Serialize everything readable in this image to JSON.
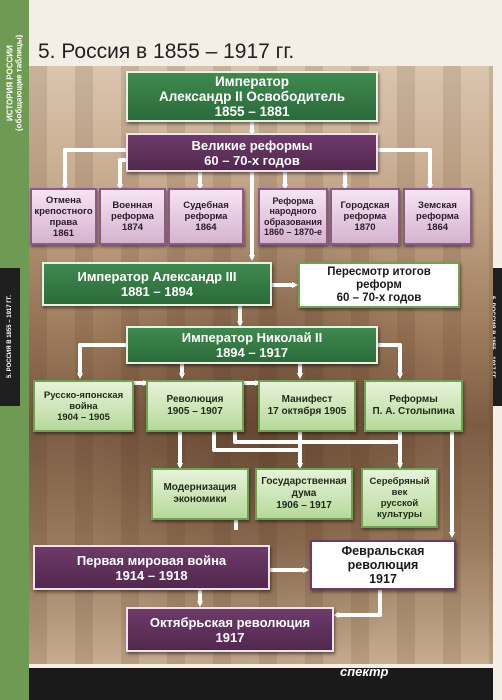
{
  "sidebar": {
    "label_line1": "ИСТОРИЯ РОССИИ",
    "label_line2": "(обобщающие таблицы)"
  },
  "side_tab": {
    "label": "5. РОССИЯ В 1855 – 1917 ГГ."
  },
  "title": "5. Россия в 1855 – 1917 гг.",
  "nodes": {
    "alexander2": {
      "line1": "Император",
      "line2": "Александр II Освободитель",
      "line3": "1855 – 1881"
    },
    "great_reforms": {
      "line1": "Великие реформы",
      "line2": "60 – 70-х годов"
    },
    "reforms": [
      {
        "line1": "Отмена",
        "line2": "крепостного",
        "line3": "права",
        "line4": "1861"
      },
      {
        "line1": "Военная",
        "line2": "реформа",
        "line3": "1874"
      },
      {
        "line1": "Судебная",
        "line2": "реформа",
        "line3": "1864"
      },
      {
        "line1": "Реформа",
        "line2": "народного",
        "line3": "образования",
        "line4": "1860 – 1870-е"
      },
      {
        "line1": "Городская",
        "line2": "реформа",
        "line3": "1870"
      },
      {
        "line1": "Земская",
        "line2": "реформа",
        "line3": "1864"
      }
    ],
    "alexander3": {
      "line1": "Император Александр III",
      "line2": "1881 – 1894"
    },
    "revision": {
      "line1": "Пересмотр итогов",
      "line2": "реформ",
      "line3": "60 – 70-х годов"
    },
    "nicholas2": {
      "line1": "Император Николай II",
      "line2": "1894 – 1917"
    },
    "russo_japanese": {
      "line1": "Русско-японская",
      "line2": "война",
      "line3": "1904 – 1905"
    },
    "revolution1905": {
      "line1": "Революция",
      "line2": "1905 – 1907"
    },
    "manifest": {
      "line1": "Манифест",
      "line2": "17 октября 1905"
    },
    "stolypin": {
      "line1": "Реформы",
      "line2": "П. А. Столыпина"
    },
    "modernization": {
      "line1": "Модернизация",
      "line2": "экономики"
    },
    "duma": {
      "line1": "Государственная",
      "line2": "дума",
      "line3": "1906 – 1917"
    },
    "silver_age": {
      "line1": "Серебряный",
      "line2": "век",
      "line3": "русской",
      "line4": "культуры"
    },
    "ww1": {
      "line1": "Первая мировая война",
      "line2": "1914 – 1918"
    },
    "february": {
      "line1": "Февральская",
      "line2": "революция",
      "line3": "1917"
    },
    "october": {
      "line1": "Октябрьская революция",
      "line2": "1917"
    }
  },
  "footer": {
    "logo": "спектр"
  }
}
